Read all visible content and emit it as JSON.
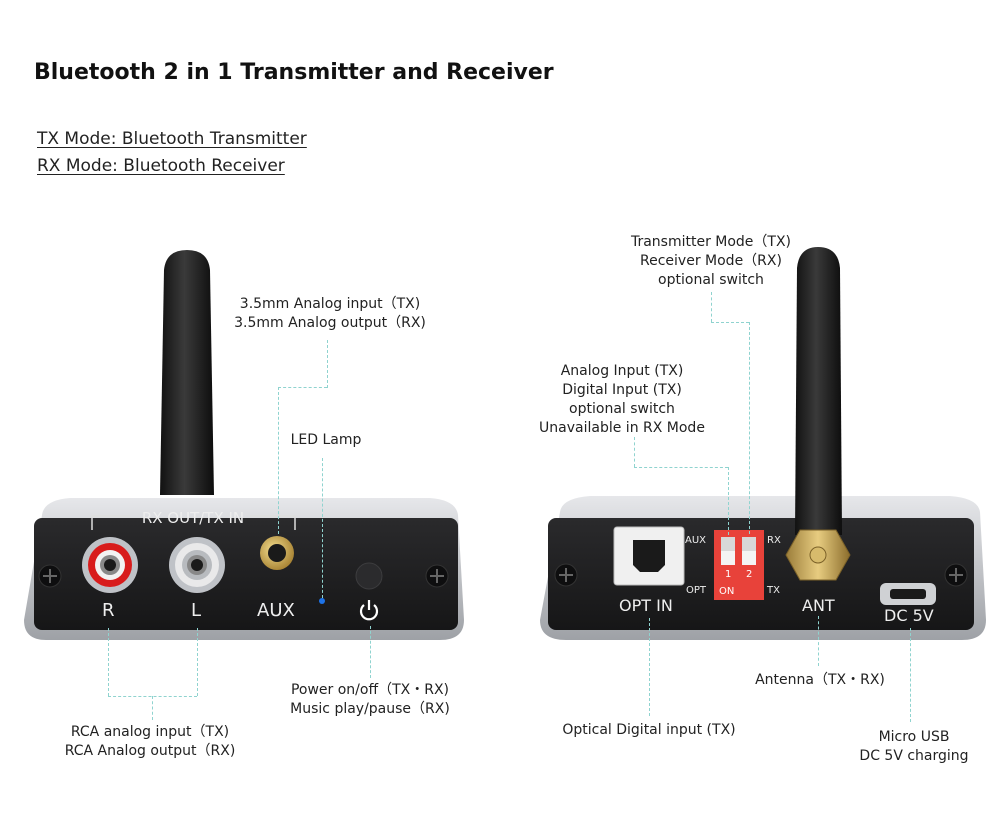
{
  "title": "Bluetooth 2 in 1 Transmitter and Receiver",
  "modes": {
    "tx": "TX Mode: Bluetooth Transmitter",
    "rx": "RX Mode: Bluetooth Receiver"
  },
  "left_device": {
    "bracket_label": "RX OUT/TX IN",
    "port_r": "R",
    "port_l": "L",
    "port_aux": "AUX",
    "callouts": {
      "aux_line1": "3.5mm Analog input（TX)",
      "aux_line2": "3.5mm Analog output（RX)",
      "led": "LED Lamp",
      "power_line1": "Power on/off（TX・RX)",
      "power_line2": "Music play/pause（RX)",
      "rca_line1": "RCA analog input（TX)",
      "rca_line2": "RCA Analog output（RX)"
    }
  },
  "right_device": {
    "opt_in": "OPT IN",
    "ant": "ANT",
    "dc": "DC 5V",
    "switch_aux": "AUX",
    "switch_opt": "OPT",
    "switch_rx": "RX",
    "switch_tx": "TX",
    "switch_1": "1",
    "switch_2": "2",
    "switch_on": "ON",
    "callouts": {
      "mode_line1": "Transmitter Mode（TX)",
      "mode_line2": "Receiver Mode（RX)",
      "mode_line3": "optional switch",
      "input_line1": "Analog Input (TX)",
      "input_line2": "Digital Input (TX)",
      "input_line3": "optional switch",
      "input_line4": "Unavailable in RX Mode",
      "antenna": "Antenna（TX・RX)",
      "optical": "Optical Digital input (TX)",
      "usb_line1": "Micro USB",
      "usb_line2": "DC 5V charging"
    }
  },
  "colors": {
    "leader": "#8fd3cf",
    "body_dark": "#1c1c1e",
    "frame_silver": "#c9cbcf",
    "rca_red": "#d81c1c",
    "gold": "#c8a24a",
    "switch_red": "#e8423a",
    "led_blue": "#1e73e8"
  }
}
